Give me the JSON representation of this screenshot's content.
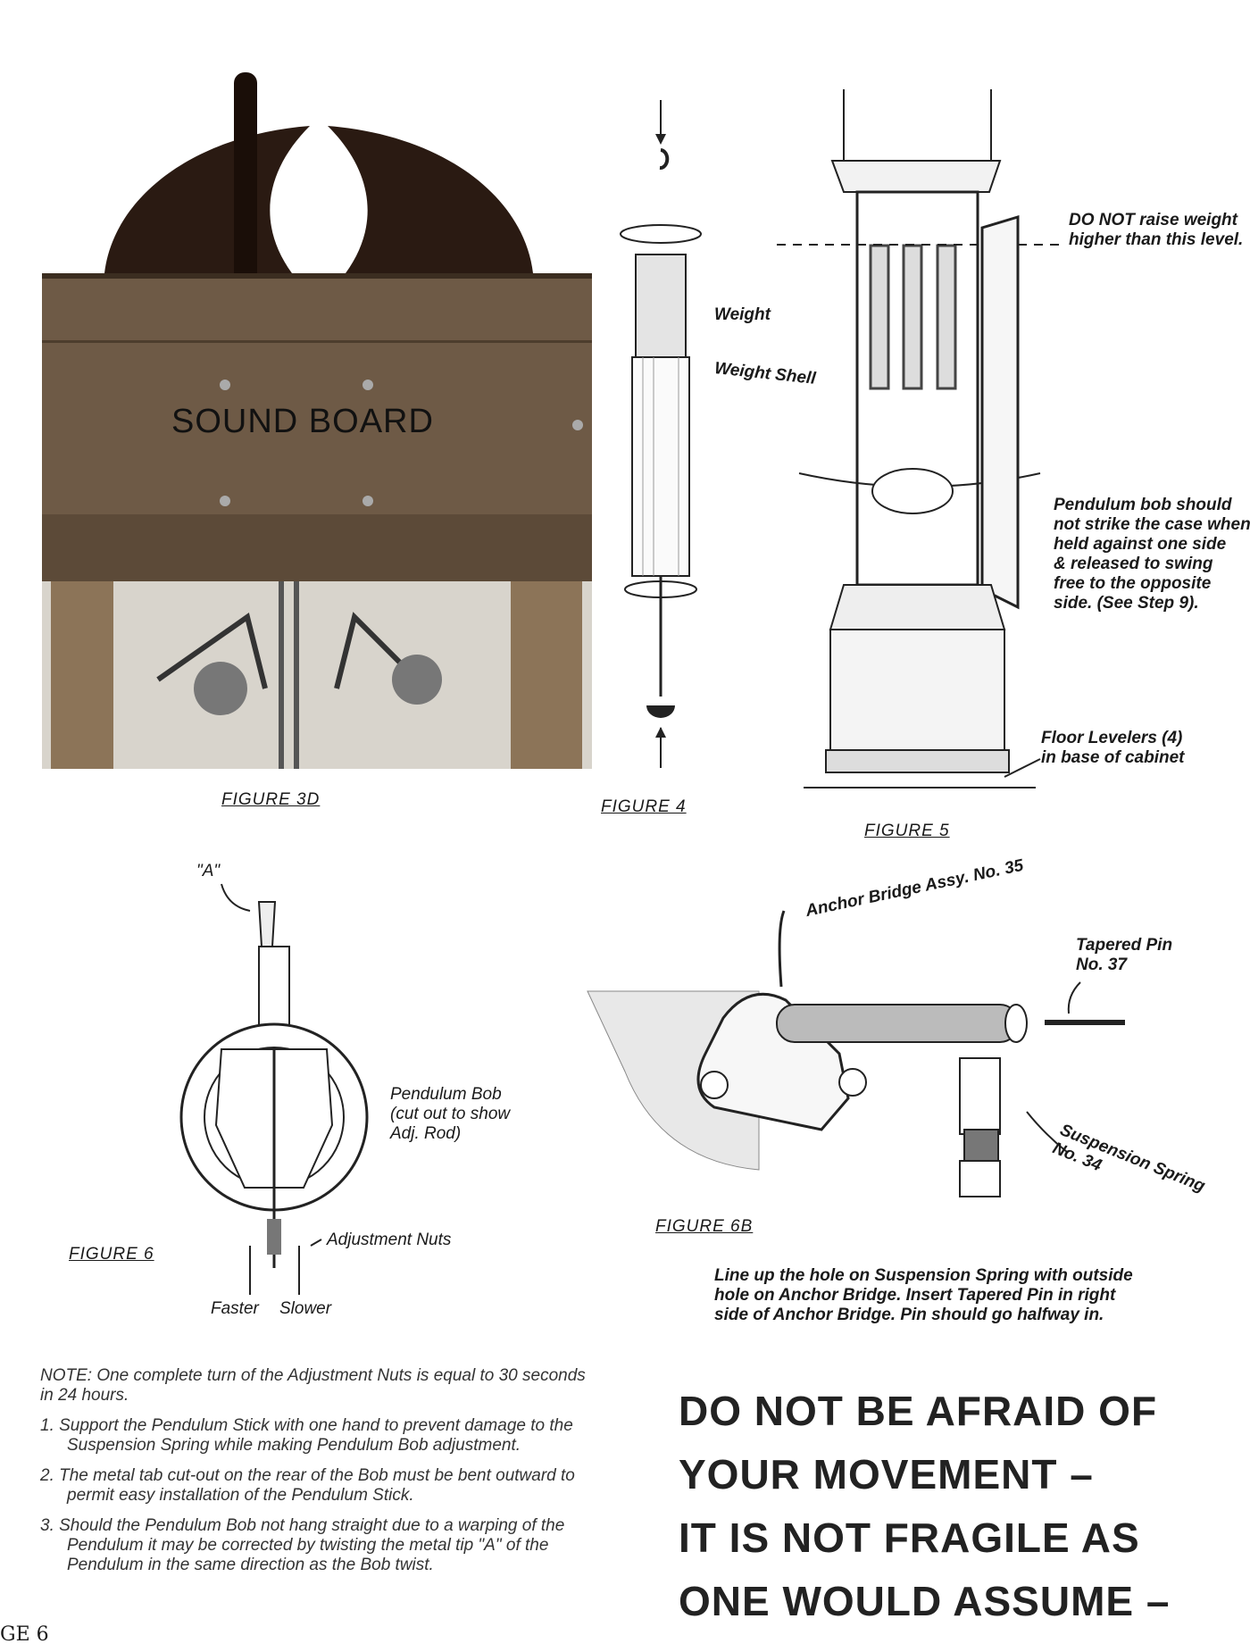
{
  "figures": {
    "fig3d": {
      "caption": "FIGURE 3D",
      "sign": "SOUND BOARD"
    },
    "fig4": {
      "caption": "FIGURE 4",
      "weight": "Weight",
      "weight_shell": "Weight Shell"
    },
    "fig5": {
      "caption": "FIGURE 5",
      "weight_level": [
        "DO NOT raise weight",
        "higher than this level."
      ],
      "pendulum_note": [
        "Pendulum bob should",
        "not strike the case when",
        "held against one side",
        "& released to swing",
        "free to the opposite",
        "side.  (See Step 9)."
      ],
      "levelers": [
        "Floor Levelers (4)",
        "in base of cabinet"
      ]
    },
    "fig6": {
      "caption": "FIGURE 6",
      "tip": "\"A\"",
      "bob": [
        "Pendulum Bob",
        "(cut out to show",
        "Adj. Rod)"
      ],
      "nuts": "Adjustment Nuts",
      "faster": "Faster",
      "slower": "Slower"
    },
    "fig6b": {
      "caption": "FIGURE 6B",
      "anchor": "Anchor Bridge Assy.  No. 35",
      "pin": [
        "Tapered Pin",
        "No. 37"
      ],
      "spring": [
        "Suspension Spring",
        "No. 34"
      ],
      "instructions": [
        "Line up the hole on Suspension Spring with outside",
        "hole on Anchor Bridge.  Insert Tapered Pin in right",
        "side of Anchor Bridge.  Pin should go halfway in."
      ]
    }
  },
  "notes": {
    "note": "NOTE:  One complete turn of the Adjustment Nuts is equal to 30 seconds in 24 hours.",
    "items": [
      "1.  Support the Pendulum Stick with one hand to prevent damage to the Suspension Spring while making Pendulum Bob adjustment.",
      "2.  The metal tab cut-out on the rear of the Bob must be bent outward to permit easy installation of the Pendulum Stick.",
      "3.  Should the Pendulum Bob not hang straight due to a warping of the Pendulum it may be corrected by twisting the metal tip \"A\" of the Pendulum in the same direction as the Bob twist."
    ]
  },
  "warning": [
    "DO NOT BE AFRAID OF",
    "YOUR MOVEMENT –",
    "IT IS NOT FRAGILE AS",
    "ONE WOULD ASSUME –"
  ],
  "page_number": "GE 6"
}
